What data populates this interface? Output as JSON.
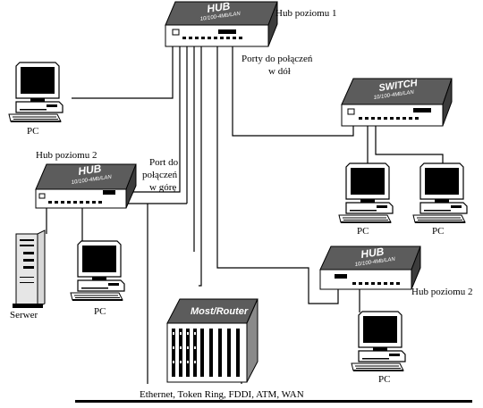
{
  "labels": {
    "hub_level1": "Hub poziomu 1",
    "ports_down_line1": "Porty do połączeń",
    "ports_down_line2": "w dół",
    "hub_level2_left": "Hub poziomu 2",
    "port_up_line1": "Port do",
    "port_up_line2": "połączeń",
    "port_up_line3": "w górę",
    "hub_level2_right": "Hub poziomu 2",
    "server": "Serwer",
    "network": "Ethernet, Token Ring, FDDI, ATM, WAN"
  },
  "devices": {
    "hub_top_title": "HUB",
    "hub_top_sub": "10/100-4Mb/LAN",
    "switch_title": "SWITCH",
    "switch_sub": "10/100-4Mb/LAN",
    "hub_left_title": "HUB",
    "hub_left_sub": "10/100-4Mb/LAN",
    "hub_right_title": "HUB",
    "hub_right_sub": "10/100-4Mb/LAN",
    "router_title": "Most/Router"
  },
  "pcs": {
    "pc_top_left": "PC",
    "pc_switch_left": "PC",
    "pc_switch_right": "PC",
    "pc_hub_left": "PC",
    "pc_hub_right": "PC"
  }
}
